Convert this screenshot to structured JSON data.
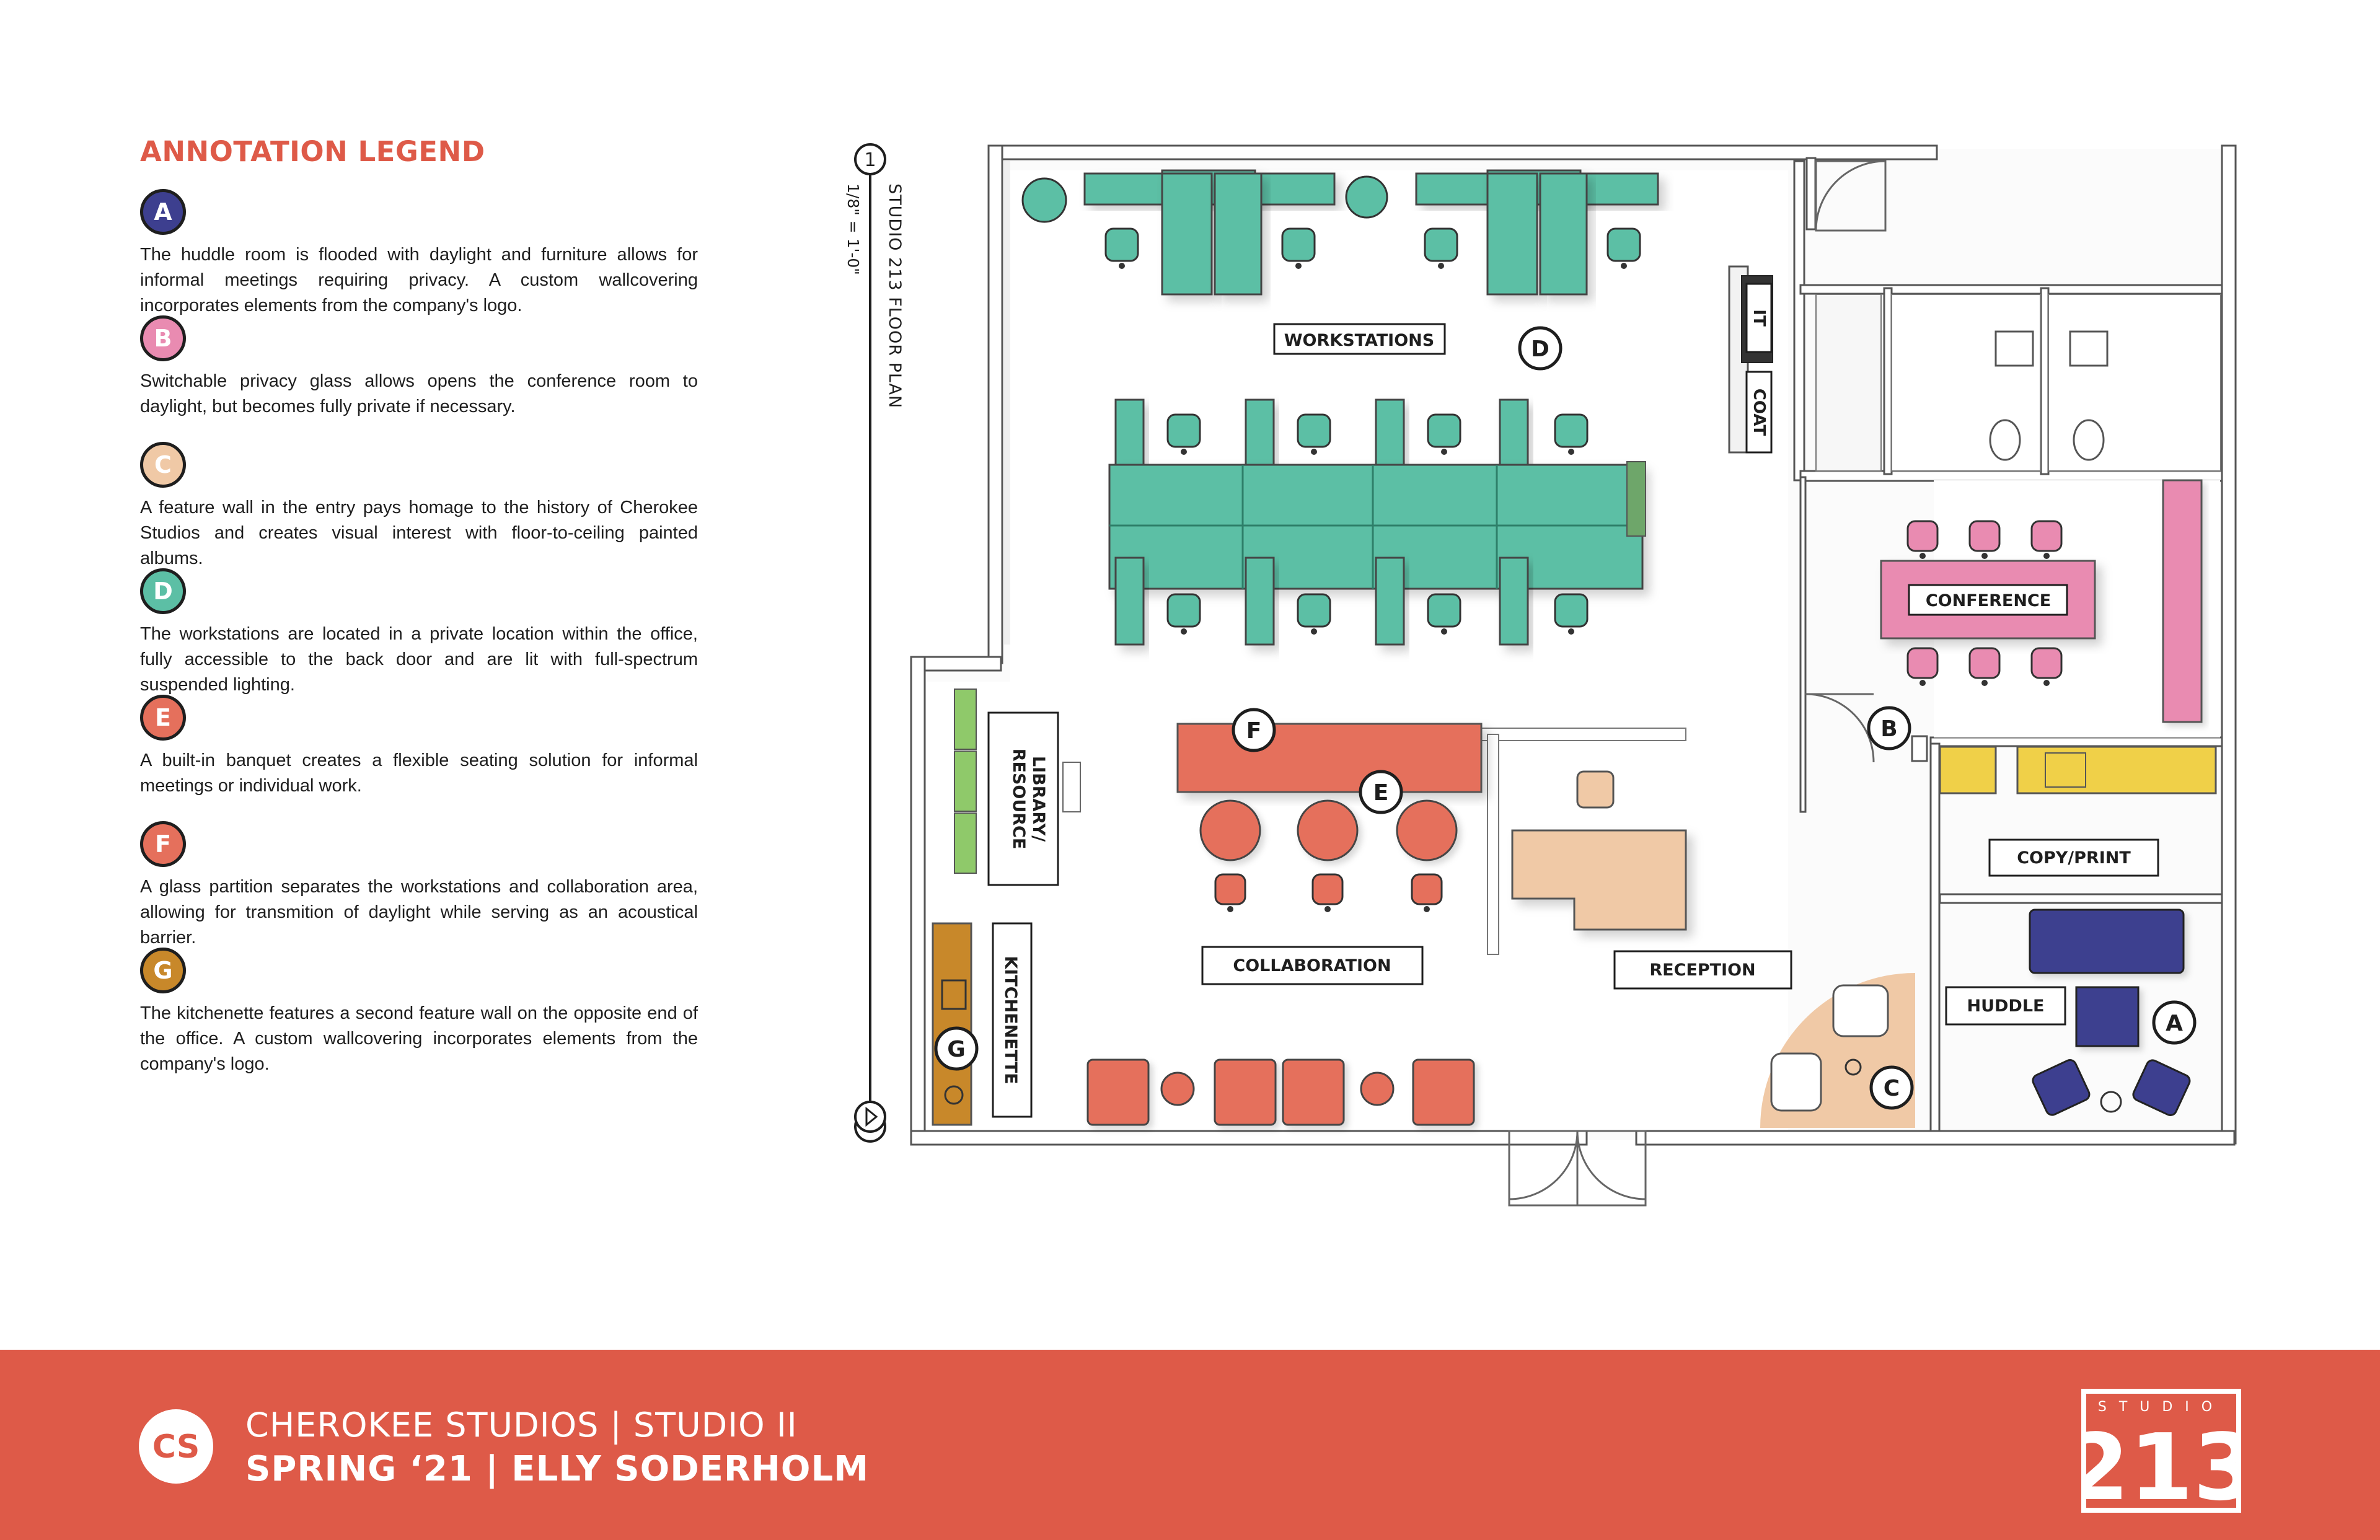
{
  "legend": {
    "title": "ANNOTATION LEGEND",
    "items": [
      {
        "key": "A",
        "color": "#3d3f8f",
        "text": "The huddle room is flooded with daylight and furniture allows for informal meetings requiring privacy. A custom wallcovering incorporates elements from the company's logo."
      },
      {
        "key": "B",
        "color": "#e98bb1",
        "text": "Switchable privacy glass allows opens the conference room to daylight, but becomes fully private if necessary."
      },
      {
        "key": "C",
        "color": "#f0c9a6",
        "text": "A feature wall in the entry pays homage to the history of Cherokee Studios and creates visual interest with floor-to-ceiling painted albums."
      },
      {
        "key": "D",
        "color": "#5cbfa5",
        "text": "The workstations are located in a private location within the office, fully accessible to the back door and are lit with full-spectrum suspended lighting."
      },
      {
        "key": "E",
        "color": "#e5705c",
        "text": "A built-in banquet creates a flexible seating solution for informal meetings or individual work."
      },
      {
        "key": "F",
        "color": "#e5705c",
        "text": "A glass partition separates the workstations and collaboration area, allowing for transmition of daylight while serving as an acoustical barrier."
      },
      {
        "key": "G",
        "color": "#c8882a",
        "text": "The kitchenette features a second feature wall on the opposite end of the office. A custom wallcovering incorporates elements from the company's logo."
      }
    ]
  },
  "plan": {
    "title": "STUDIO 213 FLOOR PLAN",
    "scale": "1/8\" = 1'-0\"",
    "marker_number": "1",
    "rooms": {
      "workstations": "WORKSTATIONS",
      "it": "IT",
      "coat": "COAT",
      "conference": "CONFERENCE",
      "library": [
        "LIBRARY/",
        "RESOURCE"
      ],
      "collaboration": "COLLABORATION",
      "reception": "RECEPTION",
      "copy_print": "COPY/PRINT",
      "huddle": "HUDDLE",
      "kitchenette": "KITCHENETTE"
    },
    "callouts": {
      "a": "A",
      "b": "B",
      "c": "C",
      "d": "D",
      "e": "E",
      "f": "F",
      "g": "G"
    },
    "colors": {
      "workstation": "#5cbfa5",
      "conference": "#e98bb1",
      "collaboration": "#e5705c",
      "reception": "#f0c9a6",
      "copy": "#f0d048",
      "huddle": "#3d3f8f",
      "kitchenette": "#c8882a",
      "library": "#8fc96a"
    }
  },
  "footer": {
    "line1": "CHEROKEE STUDIOS | STUDIO II",
    "line2": "SPRING ‘21 | ELLY SODERHOLM",
    "logo_text": "CS",
    "brand_top": "STUDIO",
    "brand_number": "213",
    "background": "#de5a48"
  }
}
